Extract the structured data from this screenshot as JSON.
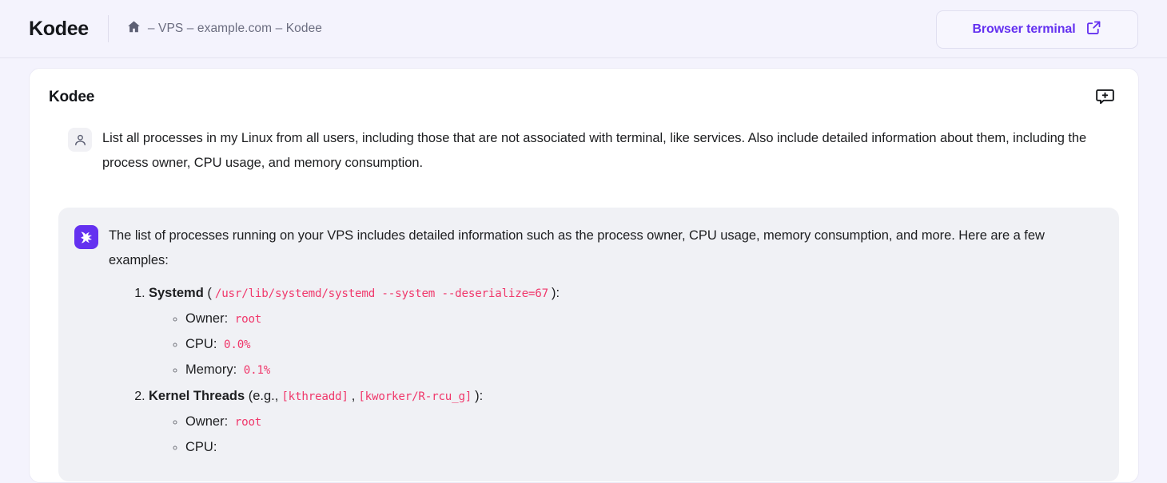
{
  "header": {
    "brand": "Kodee",
    "breadcrumb": "– VPS – example.com – Kodee",
    "home_icon": "home-icon",
    "browser_terminal_label": "Browser terminal",
    "external_link_icon": "external-link-icon",
    "accent_color": "#6431f0",
    "background_color": "#f4f3fd"
  },
  "card": {
    "title": "Kodee",
    "new_chat_icon": "new-chat-bubble-plus-icon",
    "background_color": "#ffffff"
  },
  "conversation": {
    "user": {
      "avatar_icon": "user-icon",
      "text": "List all processes in my Linux from all users, including those that are not associated with terminal, like services. Also include detailed information about them, including the process owner, CPU usage, and memory consumption."
    },
    "assistant": {
      "avatar_icon": "kodee-logo-icon",
      "bubble_color": "#f0f1f5",
      "code_color": "#f0386b",
      "intro": "The list of processes running on your VPS includes detailed information such as the process owner, CPU usage, memory consumption, and more. Here are a few examples:",
      "items": [
        {
          "index": "1.",
          "name": "Systemd",
          "prefix": "(",
          "code": [
            "/usr/lib/systemd/systemd --system --deserialize=67"
          ],
          "suffix": "):",
          "details": [
            {
              "label": "Owner:",
              "value": "root"
            },
            {
              "label": "CPU:",
              "value": "0.0%"
            },
            {
              "label": "Memory:",
              "value": "0.1%"
            }
          ]
        },
        {
          "index": "2.",
          "name": "Kernel Threads",
          "prefix": "(e.g.,",
          "code": [
            "[kthreadd]",
            "[kworker/R-rcu_g]"
          ],
          "separator": ",",
          "suffix": "):",
          "details": [
            {
              "label": "Owner:",
              "value": "root"
            },
            {
              "label": "CPU:",
              "value": ""
            }
          ]
        }
      ]
    }
  }
}
